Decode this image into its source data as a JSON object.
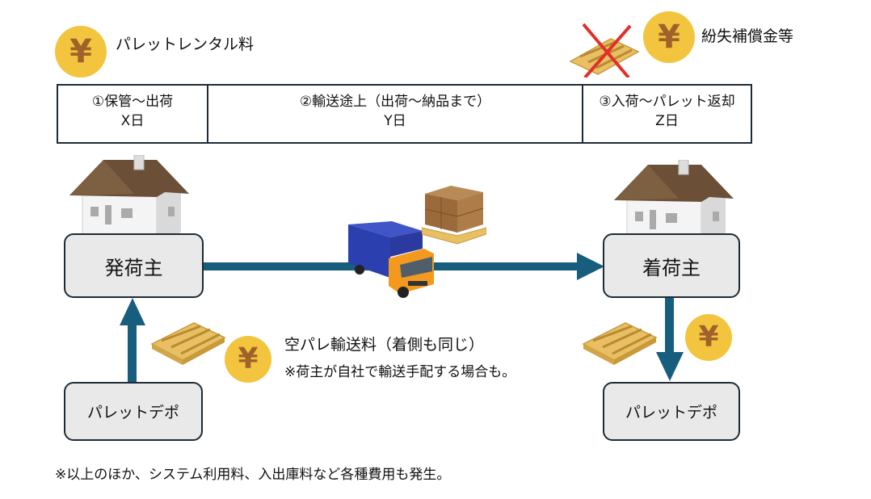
{
  "legend": {
    "rental_fee": "パレットレンタル料",
    "loss_compensation": "紛失補償金等",
    "yen_symbol": "¥"
  },
  "timeline": [
    {
      "title": "①保管～出荷",
      "duration": "X日"
    },
    {
      "title": "②輸送途上（出荷～納品まで）",
      "duration": "Y日"
    },
    {
      "title": "③入荷～パレット返却",
      "duration": "Z日"
    }
  ],
  "nodes": {
    "shipper": "発荷主",
    "consignee": "着荷主",
    "depot_left": "パレットデポ",
    "depot_right": "パレットデポ"
  },
  "empty_pallet_note": {
    "line1": "空パレ輸送料（着側も同じ）",
    "line2": "※荷主が自社で輸送手配する場合も。"
  },
  "footer_note": "※以上のほか、システム利用料、入出庫料など各種費用も発生。",
  "colors": {
    "arrow": "#175d7e",
    "node_fill": "#e9e9e9",
    "node_border": "#1d2b36",
    "yen_coin": "#f3c53f",
    "yen_glyph": "#a0622a",
    "cross": "#e0302a",
    "pallet": "#e8c063"
  }
}
